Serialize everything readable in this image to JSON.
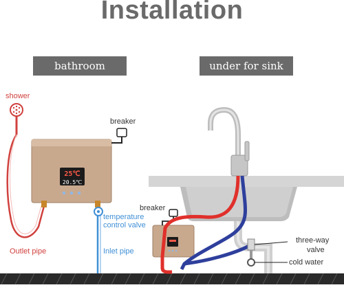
{
  "title": "Installation",
  "sections": {
    "bathroom": "bathroom",
    "sink": "under for sink"
  },
  "labels": {
    "shower": "shower",
    "breaker_top": "breaker",
    "breaker_bottom": "breaker",
    "temp_valve_line1": "temperature",
    "temp_valve_line2": "control valve",
    "outlet_pipe": "Outlet pipe",
    "inlet_pipe": "Inlet pipe",
    "three_way_line1": "three-way",
    "three_way_line2": "valve",
    "cold_water": "cold water"
  },
  "display": {
    "temperature": "25℃",
    "power": "20.5℃"
  },
  "colors": {
    "heater_body": "#c9a98e",
    "hot_pipe": "#e0302b",
    "cold_pipe": "#2e3f9c",
    "banner": "#6a6a6a",
    "inlet_blue": "#3f8fd6"
  }
}
